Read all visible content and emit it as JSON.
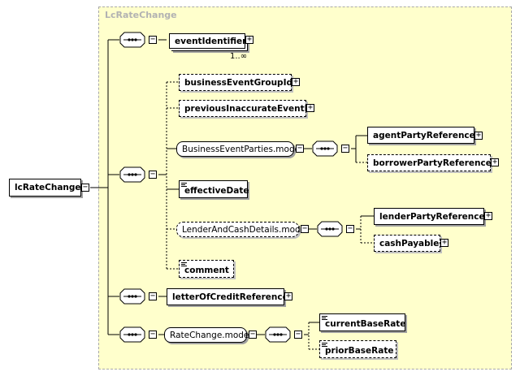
{
  "panel": {
    "title": "LcRateChange"
  },
  "root": {
    "label": "lcRateChange",
    "collapse_symbol": "−"
  },
  "elements": {
    "eventIdentifier": {
      "label": "eventIdentifier",
      "cardinality": "1..∞"
    },
    "businessEventGroupId": {
      "label": "businessEventGroupId"
    },
    "previousInaccurateEventId": {
      "label": "previousInaccurateEventId"
    },
    "businessEventPartiesModel": {
      "label": "BusinessEventParties.model"
    },
    "agentPartyReference": {
      "label": "agentPartyReference"
    },
    "borrowerPartyReference": {
      "label": "borrowerPartyReference"
    },
    "effectiveDate": {
      "label": "effectiveDate"
    },
    "lenderAndCashDetailsModel": {
      "label": "LenderAndCashDetails.model"
    },
    "lenderPartyReference": {
      "label": "lenderPartyReference"
    },
    "cashPayable": {
      "label": "cashPayable"
    },
    "comment": {
      "label": "comment"
    },
    "letterOfCreditReference": {
      "label": "letterOfCreditReference"
    },
    "rateChangeModel": {
      "label": "RateChange.model"
    },
    "currentBaseRate": {
      "label": "currentBaseRate"
    },
    "priorBaseRate": {
      "label": "priorBaseRate"
    }
  },
  "symbols": {
    "expand": "+",
    "collapse": "−"
  },
  "colors": {
    "panel_bg": "#ffffcc",
    "panel_border": "#a8a8a8",
    "panel_title": "#b2b2b2",
    "shadow": "#a0a0a0"
  }
}
